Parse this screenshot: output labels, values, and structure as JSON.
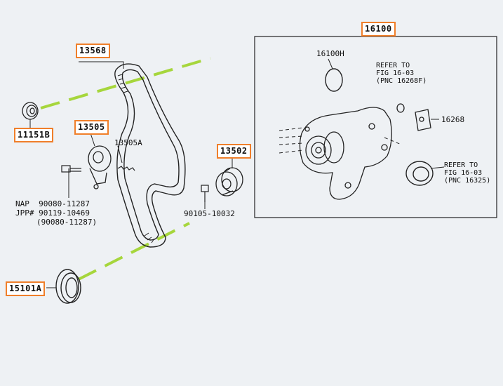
{
  "diagram": {
    "title": "Timing belt and water pump parts diagram",
    "accent_color": "#f07f2a",
    "dash_color": "#a6d63c"
  },
  "callouts": {
    "belt": "13568",
    "oil_seal_cam": "11151B",
    "tensioner": "13505",
    "spring": "13505A",
    "idler": "13502",
    "crank_seal": "15101A",
    "water_pump": "16100"
  },
  "labels": {
    "oring": "16100H",
    "gasket": "16268",
    "bolt_idler": "90105-10032",
    "nap_line": "NAP  90080-11287",
    "jpp_line": "JPP# 90119-10469",
    "paren_line": "(90080-11287)",
    "refer1": [
      "REFER TO",
      "FIG 16-03",
      "(PNC 16268F)"
    ],
    "refer2": [
      "REFER TO",
      "FIG 16-03",
      "(PNC 16325)"
    ]
  }
}
